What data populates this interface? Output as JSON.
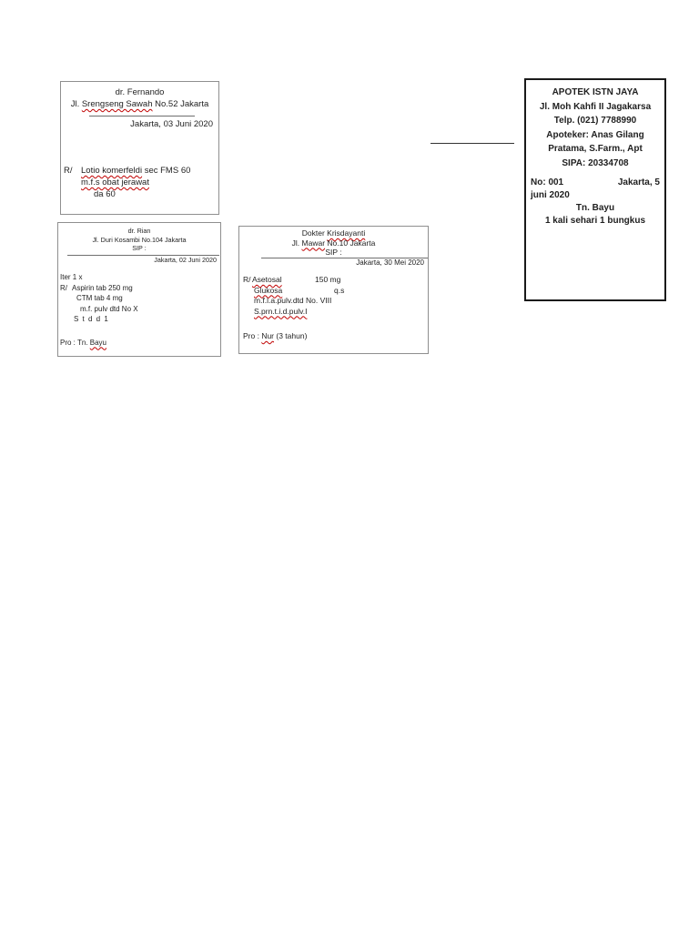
{
  "colors": {
    "text": "#1f1f1f",
    "prescription_border": "#8f8f8f",
    "label_border": "#1a1a1a",
    "spellcheck_underline": "#c00000"
  },
  "rx_fernando": {
    "doctor": "dr. Fernando",
    "address_pre": "Jl. ",
    "address_wavy": "Srengseng Sawah",
    "address_post": " No.52 Jakarta",
    "date": "Jakarta, 03 Juni 2020",
    "rx_symbol": "R/",
    "med_wavy": "Lotio komerfeldi",
    "med_post": " sec FMS 60",
    "compound": "m.f.s obat jerawat",
    "quantity": "da 60"
  },
  "rx_rian": {
    "doctor": "dr. Rian",
    "address": "Jl. Duri Kosambi No.104 Jakarta",
    "sip": "SIP :",
    "date": "Jakarta, 02 Juni 2020",
    "iter": "Iter 1 x",
    "rx_symbol": "R/",
    "med1": "Aspirin tab 250 mg",
    "med2": "CTM tab 4 mg",
    "compound": "m.f. pulv dtd No X",
    "sig": "S t d d 1",
    "pro_pre": "Pro : Tn. ",
    "pro_wavy": "Bayu"
  },
  "rx_krisdayanti": {
    "doctor_pre": "Dokter ",
    "doctor_wavy": "Krisdayanti",
    "address_pre": "Jl. ",
    "address_wavy": "Mawar",
    "address_post": " No.10 Jakarta",
    "sip": "SIP :",
    "date": "Jakarta, 30 Mei 2020",
    "rx_symbol": "R/",
    "med1_wavy": "Asetosal",
    "med1_dose": "150 mg",
    "med2_wavy": "Glukosa",
    "med2_dose": "q.s",
    "compound": "m.f.l.a.pulv.dtd No. VIII",
    "sig_wavy": "S.prn.t.i.d.pulv.I",
    "pro_pre": "Pro : ",
    "pro_wavy": "Nur",
    "pro_post": " (3 tahun)"
  },
  "apotek": {
    "name": "APOTEK ISTN JAYA",
    "address": "Jl. Moh Kahfi II Jagakarsa",
    "phone": "Telp. (021) 7788990",
    "pharmacist1": "Apoteker: Anas Gilang",
    "pharmacist2": "Pratama, S.Farm., Apt",
    "sipa": "SIPA: 20334708",
    "number": "No: 001",
    "date1": "Jakarta, 5",
    "date2": "juni 2020",
    "patient": "Tn. Bayu",
    "instructions": "1 kali sehari 1 bungkus"
  }
}
